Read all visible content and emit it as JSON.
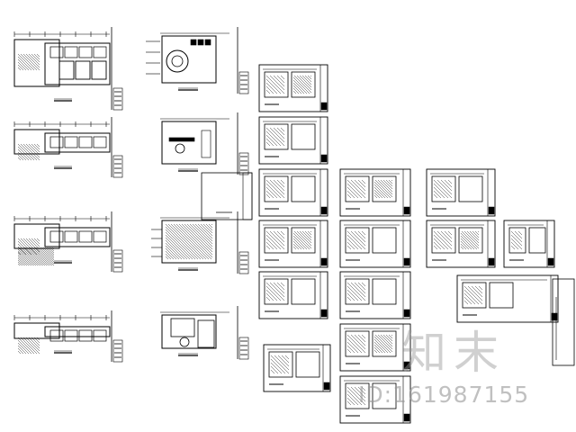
{
  "document": {
    "type": "cad-drawing-sheet-set",
    "colors": {
      "ink": "#000000",
      "paper": "#ffffff",
      "watermark": "#969696"
    }
  },
  "watermark": {
    "logo_text": "知末",
    "id_text": "ID:161987155"
  }
}
